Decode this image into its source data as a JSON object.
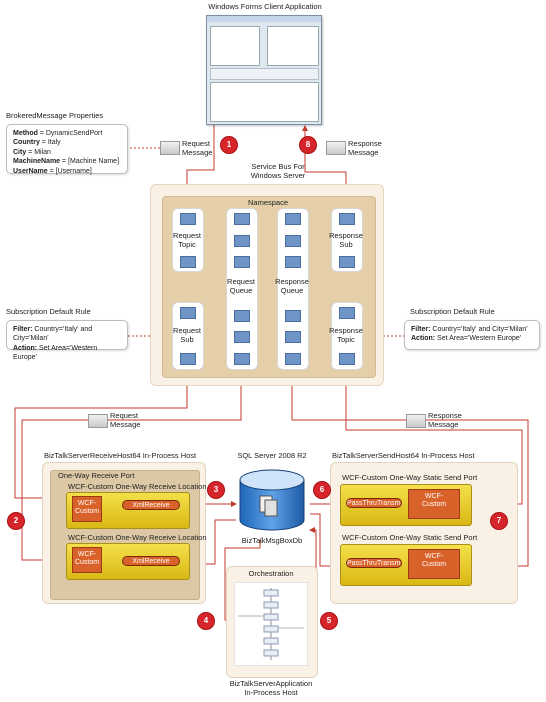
{
  "client": {
    "title": "Windows Forms Client Application"
  },
  "brokered_message": {
    "title": "BrokeredMessage Properties",
    "rows": [
      {
        "key": "Method",
        "value": " = DynamicSendPort"
      },
      {
        "key": "Country",
        "value": " = Italy"
      },
      {
        "key": "City",
        "value": " = Milan"
      },
      {
        "key": "MachineName",
        "value": " = [Machine Name]"
      },
      {
        "key": "UserName",
        "value": " = [Username]"
      }
    ]
  },
  "request_message_top": "Request\nMessage",
  "response_message_top": "Response\nMessage",
  "service_bus": {
    "title": "Service Bus For\nWindows Server",
    "namespace": "Namespace",
    "request_topic": "Request\nTopic",
    "request_sub": "Request\nSub",
    "request_queue": "Request\nQueue",
    "response_queue": "Response\nQueue",
    "response_sub": "Response\nSub",
    "response_topic": "Response\nTopic"
  },
  "subscription_left": {
    "title": "Subscription Default Rule",
    "filter_key": "Filter:",
    "filter_value": " Country='Italy' and City='Milan'",
    "action_key": "Action:",
    "action_value": " Set Area='Western Europe'"
  },
  "subscription_right": {
    "title": "Subscription Default Rule",
    "filter_key": "Filter:",
    "filter_value": " Country='Italy' and City='Milan'",
    "action_key": "Action:",
    "action_value": " Set Area='Western Europe'"
  },
  "request_message_mid": "Request\nMessage",
  "response_message_mid": "Response\nMessage",
  "receive_host": {
    "title": "BizTalkServerReceiveHost64 In-Process Host",
    "port": "One-Way Receive Port",
    "location1": "WCF-Custom One-Way Receive Location",
    "location2": "WCF-Custom One-Way Receive Location",
    "adapter": "WCF-\nCustom",
    "pipeline": "XmlReceive"
  },
  "sql": {
    "title": "SQL Server 2008 R2",
    "db": "BizTalkMsgBoxDb"
  },
  "send_host": {
    "title": "BizTalkServerSendHost64 In-Process Host",
    "port1": "WCF-Custom One-Way Static Send Port",
    "port2": "WCF-Custom One-Way Static Send Port",
    "adapter": "WCF-\nCustom",
    "pipeline": "PassThruTransmit"
  },
  "orchestration": {
    "title": "Orchestration",
    "host": "BizTalkServerApplication\nIn-Process Host"
  },
  "badges": [
    "1",
    "2",
    "3",
    "4",
    "5",
    "6",
    "7",
    "8"
  ],
  "colors": {
    "arrow": "#c0392b",
    "badge": "#d6262b",
    "queue_box": "#6f95c6",
    "panel_outer": "#faf1e6",
    "panel_inner": "#e4cfa9",
    "adapter": "#d9622a",
    "location_yellow": "#f4e04a"
  }
}
